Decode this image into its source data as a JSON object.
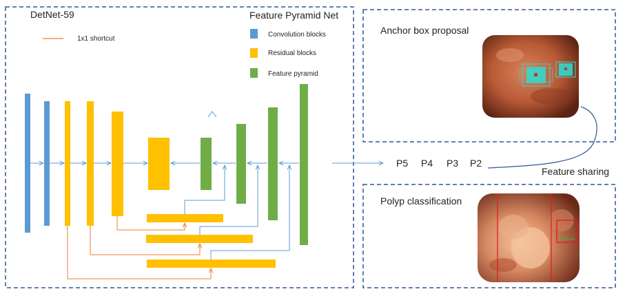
{
  "colors": {
    "convolution": "#5b9bd5",
    "residual": "#ffc000",
    "pyramid": "#70ad47",
    "shortcut": "#ed7d31",
    "flow_arrow": "#5b9bd5",
    "border": "#2f5597"
  },
  "left_panel": {
    "title": "DetNet-59",
    "fpn_title": "Feature Pyramid Net",
    "shortcut_legend": "1x1 shortcut",
    "legend": [
      {
        "label": "Convolution blocks",
        "color_key": "convolution"
      },
      {
        "label": "Residual blocks",
        "color_key": "residual"
      },
      {
        "label": "Feature pyramid",
        "color_key": "pyramid"
      }
    ]
  },
  "pyramid_levels": [
    "P5",
    "P4",
    "P3",
    "P2"
  ],
  "feature_sharing": "Feature sharing",
  "anchor_panel": {
    "title": "Anchor box proposal"
  },
  "classification_panel": {
    "title": "Polyp classification"
  }
}
